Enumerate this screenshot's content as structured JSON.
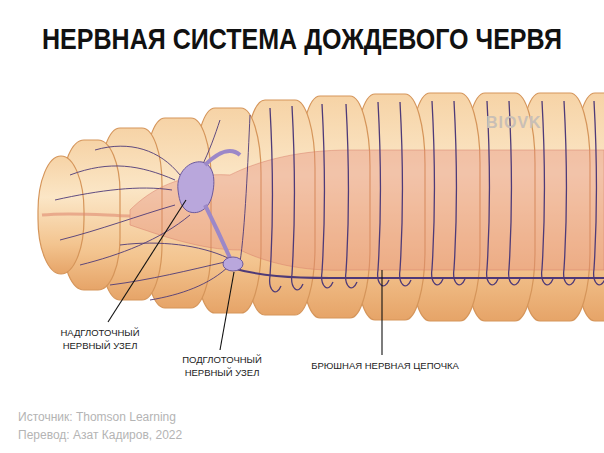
{
  "diagram": {
    "title": "НЕРВНАЯ СИСТЕМА ДОЖДЕВОГО ЧЕРВЯ",
    "labels": [
      "НАДГЛОТОЧНЫЙ НЕРВНЫЙ УЗЕЛ",
      "ПОДГЛОТОЧНЫЙ НЕРВНЫЙ УЗЕЛ",
      "БРЮШНАЯ НЕРВНАЯ ЦЕПОЧКА",
      "BIOVK",
      "Источник: Thomson Learning",
      "Перевод: Азат Кадиров, 2022"
    ]
  }
}
